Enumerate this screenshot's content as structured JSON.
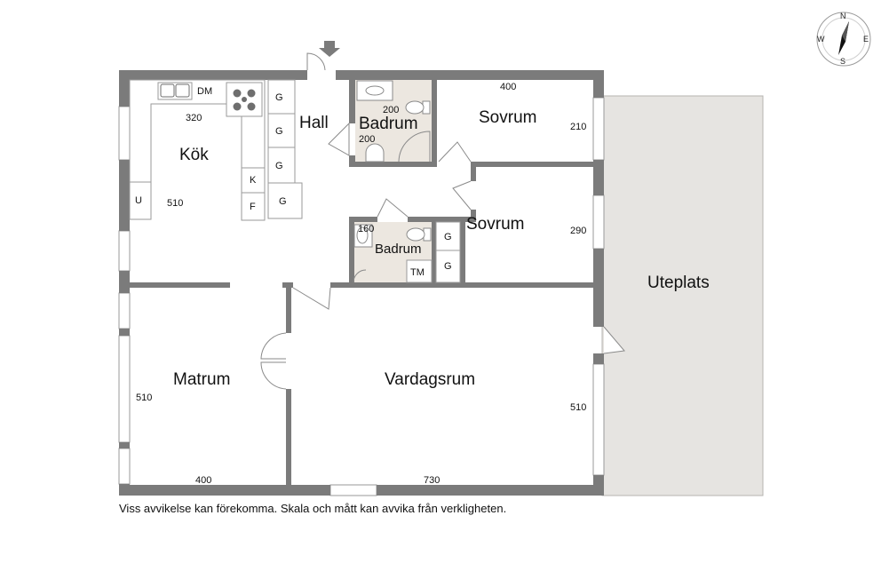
{
  "rooms": {
    "kitchen": "Kök",
    "hall": "Hall",
    "bath_large": "Badrum",
    "bedroom_1": "Sovrum",
    "bedroom_2": "Sovrum",
    "bath_small": "Badrum",
    "dining": "Matrum",
    "living": "Vardagsrum",
    "patio": "Uteplats"
  },
  "dimensions": {
    "kitchen_width": "320",
    "kitchen_depth": "510",
    "bath_large_width": "200",
    "bath_large_depth": "200",
    "bedroom_1_width": "400",
    "bedroom_1_depth": "210",
    "bedroom_2_depth": "290",
    "bath_small_width": "160",
    "dining_width": "400",
    "dining_depth": "510",
    "living_width": "730",
    "living_depth": "510"
  },
  "fixtures": {
    "dishwasher": "DM",
    "fridge": "K",
    "freezer": "F",
    "oven": "U",
    "wardrobe": "G",
    "washer": "TM"
  },
  "compass": {
    "n": "N",
    "e": "E",
    "s": "S",
    "w": "W"
  },
  "disclaimer": "Viss avvikelse kan förekomma. Skala och mått kan avvika från verkligheten."
}
